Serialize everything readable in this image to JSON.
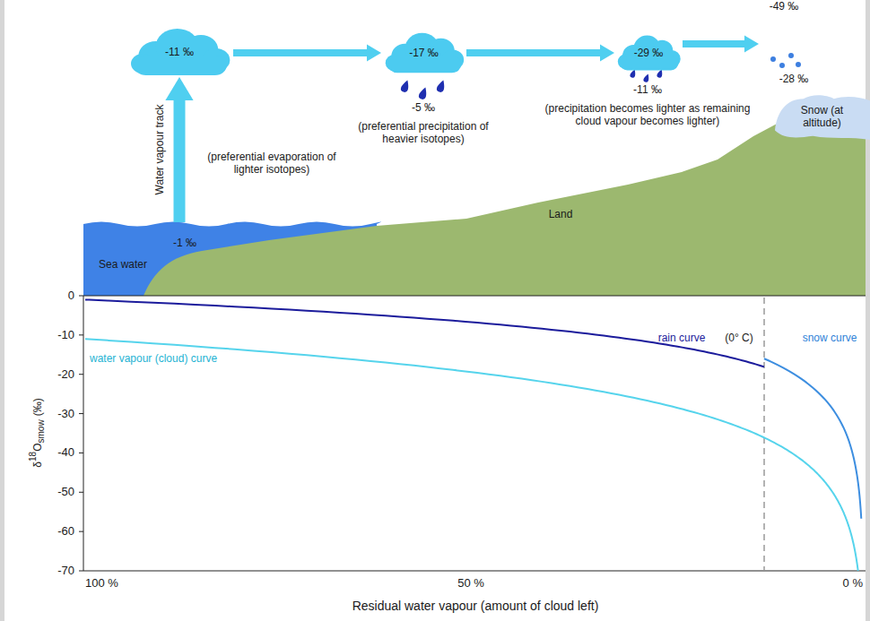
{
  "diagram": {
    "nodes": [
      {
        "text": [
          "-11 ‰"
        ]
      },
      {
        "text": [
          "-17 ‰"
        ]
      },
      {
        "text": [
          "-29 ‰"
        ]
      },
      {
        "text": [
          "-49 ‰"
        ]
      },
      {
        "text": [
          "Snow (at altitude)"
        ]
      },
      {
        "text": [
          "Land"
        ]
      },
      {
        "text": [
          "Sea water",
          "-1 ‰"
        ]
      }
    ],
    "edges": [
      {
        "from": 6,
        "to": 0,
        "arrow": "to",
        "label": "Water vapour track"
      },
      {
        "from": 0,
        "to": 1,
        "arrow": "to"
      },
      {
        "from": 1,
        "to": 2,
        "arrow": "to"
      },
      {
        "from": 2,
        "to": 3,
        "arrow": "to"
      }
    ],
    "labels": [
      "(preferential evaporation of lighter isotopes)",
      "-5 ‰",
      "(preferential precipitation of heavier isotopes)",
      "-11 ‰",
      "(precipitation becomes lighter as remaining cloud vapour becomes lighter)",
      "-28 ‰",
      "0",
      "-10",
      "-20",
      "-30",
      "-40",
      "-50",
      "-60",
      "-70",
      "100 %",
      "50 %",
      "0 %",
      "Residual water vapour (amount of cloud left)",
      "rain curve",
      "(0° C)",
      "snow curve",
      "water vapour (cloud) curve",
      "δ",
      "18",
      "O",
      "smow",
      "(‰)"
    ]
  }
}
